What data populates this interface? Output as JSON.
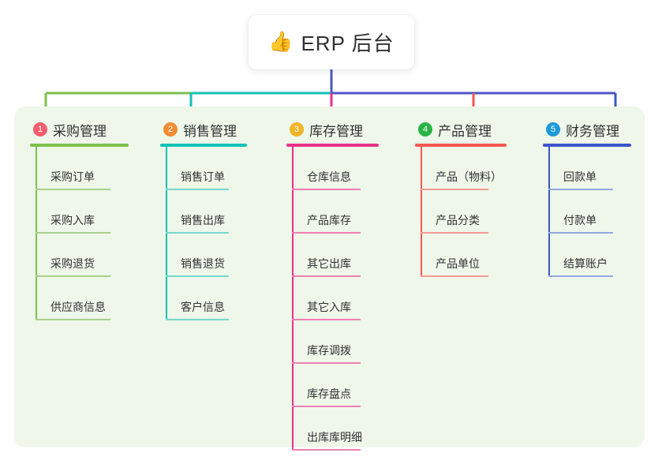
{
  "root": {
    "icon": "thumbs-up-emoji",
    "emoji": "👍",
    "title": "ERP 后台"
  },
  "palette": {
    "panel_bg": "#eef7e9",
    "trunk": "#4d55c4",
    "bar_left": "#7cc04c",
    "bar_mid": "#13c2b5",
    "bar_right": "#4d55c4"
  },
  "columns": [
    {
      "index": "1",
      "title": "采购管理",
      "color": "#7cc04c",
      "leaf_color": "#a8d08d",
      "badge_color": "#f45d6e",
      "items": [
        "采购订单",
        "采购入库",
        "采购退货",
        "供应商信息"
      ]
    },
    {
      "index": "2",
      "title": "销售管理",
      "color": "#13c2b5",
      "leaf_color": "#78d8d0",
      "badge_color": "#f08b35",
      "items": [
        "销售订单",
        "销售出库",
        "销售退货",
        "客户信息"
      ]
    },
    {
      "index": "3",
      "title": "库存管理",
      "color": "#e8308a",
      "leaf_color": "#ef7fb4",
      "badge_color": "#f0b429",
      "items": [
        "仓库信息",
        "产品库存",
        "其它出库",
        "其它入库",
        "库存调拨",
        "库存盘点",
        "出库库明细"
      ]
    },
    {
      "index": "4",
      "title": "产品管理",
      "color": "#f6584f",
      "leaf_color": "#f79b93",
      "badge_color": "#2bb34a",
      "items": [
        "产品（物料）",
        "产品分类",
        "产品单位"
      ]
    },
    {
      "index": "5",
      "title": "财务管理",
      "color": "#3b55c8",
      "leaf_color": "#93a8e4",
      "badge_color": "#1e9bd7",
      "items": [
        "回款单",
        "付款单",
        "结算账户"
      ]
    }
  ]
}
